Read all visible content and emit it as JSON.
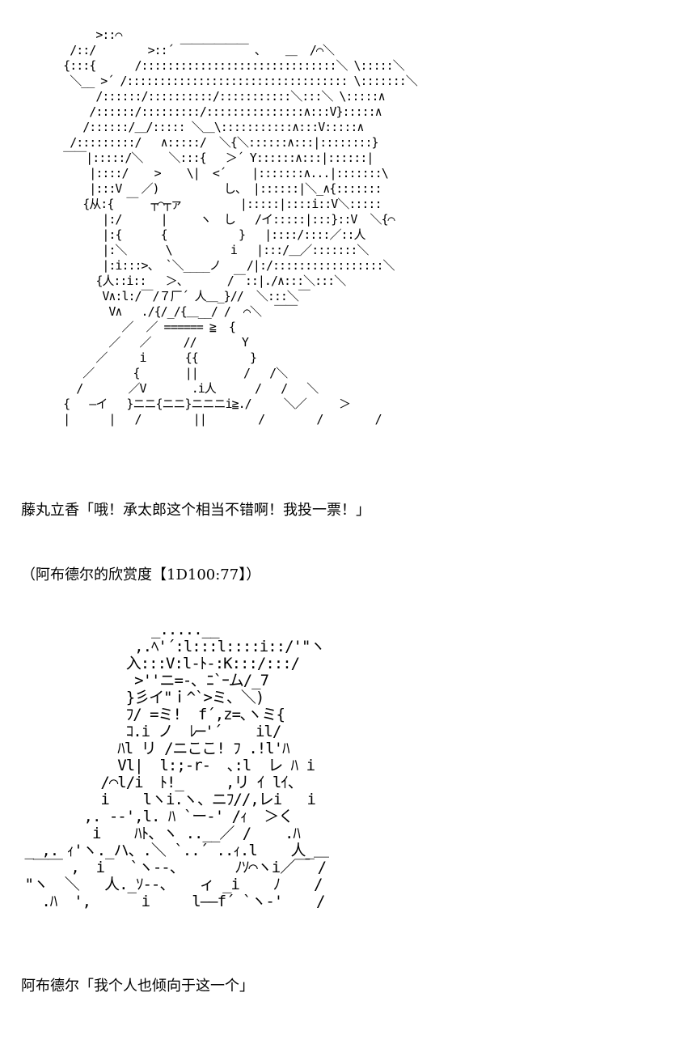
{
  "art_block_1": "           >::⌒\n       /::/        >::´ ￣￣￣￣￣￣ 、   ＿  /⌒＼\n      {:::{      /::::::::::::::::::::::::::::::＼ \\:::::＼\n       ＼__ >´ /:::::::::::::::::::::::::::::::::: \\:::::::＼\n           /::::::/::::::::::/:::::::::::＼:::＼ \\:::::∧\n          /::::::/:::::::::/:::::::::::::::∧:::V}:::::∧\n         /::::::/＿/::::: ＼＿\\:::::::::::∧:::V:::::∧\n       /:::::::::/   ∧:::::/  ＼{＼::::::∧:::|::::::::}\n      ￣￣|:::::/＼    ＼:::{   ＞´ Y::::::∧:::|::::::|\n          |::::/    >    \\|  <´    |:::::::∧...|:::::::\\\n          |:::V   ／)          し、 |::::::|＼_∧{:::::::\n         {从:{  ￣  ┬⌒┬ァ         |:::::|::::i::V＼:::::\n            |:/      |     ヽ  し   /イ:::::|:::}::V  ＼{⌒\n            |:{      {           }   |::::/::::／::人\n            |:＼      \\         i   |:::/＿／:::::::＼\n            |:i:::>、 `＼____ノ    /|:/:::::::::::::::::＼\n           {人::i::   ＞、      /￣::|./∧:::＼:::＼\n            V∧:l:/￣/７厂´ 人＿_}//  ＼:::＼￣\n             V∧   ./{/_/{＿__/ /  ⌒＼  ￣￣\n               ／  ／ ====== ≧  {\n             ／   ／     //       Y\n           ／     i      {{        }\n         ／      {       ||       /   /＼\n        /       ／V       .i人      /   /   ＼\n      {   ―イ   }ニニ{ニニ}ニニニi≧./     ＼／     ＞\n      |      |   /        ||        /        /        /",
  "line_1": "藤丸立香「哦！承太郎这个相当不错啊！我投一票！」",
  "line_2": "（阿布德尔的欣赏度【1D100:77】）",
  "art_block_2": "                _.....__\n              ,.ﾍ'´:l:::l::::i::/'\"ヽ\n             入:::V:l-ﾄ-:K:::/:::/\n              >''ニ=-､ ﾆ`ｰム/_7\n             }彡イ\"ｉ^`>ミ、＼)\n             ﾌ/ =ミ!  f´,z=､ヽミ{\n             ｺ.i ノ  ﾚ─'´    il/\n            ﾊl リ /ニここ! ﾌ .!l'ﾊ\n            Vl|  l:;-r-  ､:l  レ ﾊ i\n          /⌒l/i  ﾄ!_     ,リ ｲ lｲ、\n          i    lヽi.ヽ、ニﾌ//,レi   i\n        ,. --',l. ﾊ `ー-' /ｨ  ＞く\n         i    ﾊﾄ、ヽ ..__／ /    .ﾊ\n _ ,. ｨ'ヽ._ハ、.＼ `..´ ..ｨ.l    人_＿\n  ￣￣ ,  i   `ヽ--、      ﾉｿ⌒ヽi／￣ /\n \"ヽ  ＼   人._ｿ--、   ィ _i    ﾉ    /\n   .ﾊ  ',      i     l――f´ `ヽ-'    /",
  "line_3": "阿布德尔「我个人也倾向于这一个」"
}
